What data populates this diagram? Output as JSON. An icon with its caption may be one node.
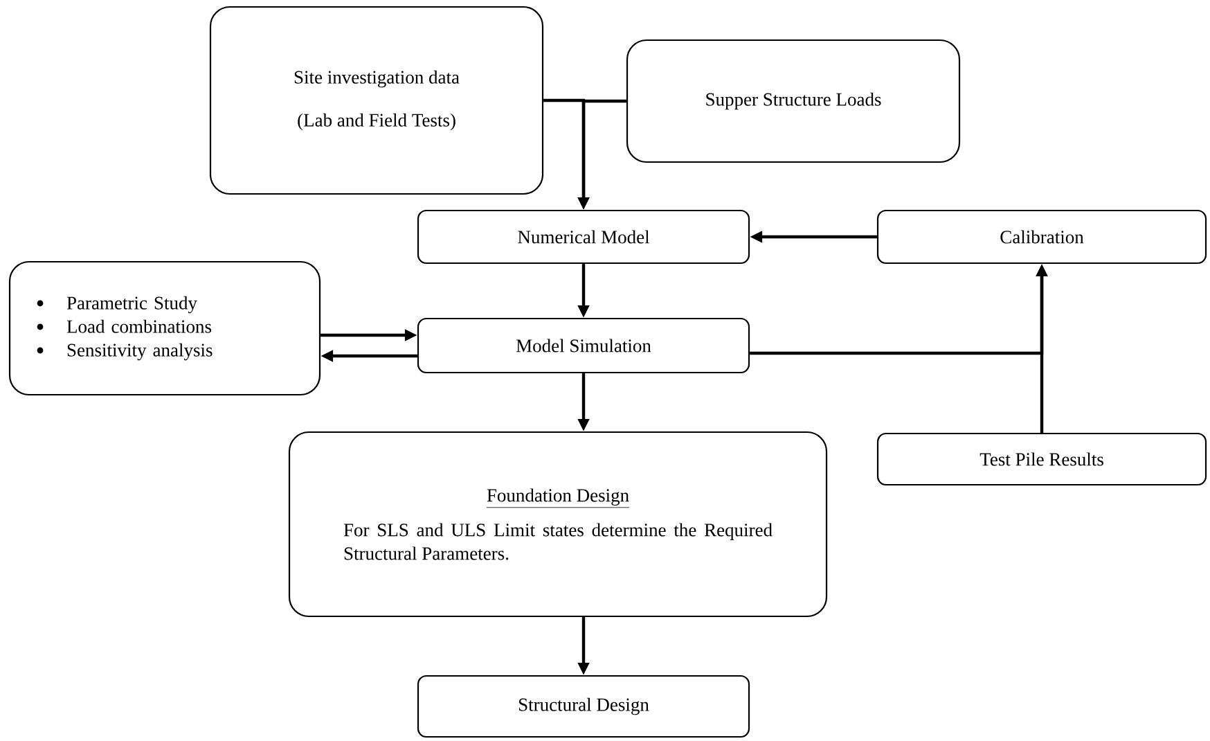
{
  "diagram": {
    "nodes": [
      {
        "text": [
          "Site investigation data",
          "(Lab and Field Tests)"
        ]
      },
      {
        "text": [
          "Supper Structure Loads"
        ]
      },
      {
        "text": [
          "Numerical Model"
        ]
      },
      {
        "text": [
          "Calibration"
        ]
      },
      {
        "text": [
          "Parametric Study",
          "Load combinations",
          "Sensitivity analysis"
        ]
      },
      {
        "text": [
          "Model Simulation"
        ]
      },
      {
        "text": [
          "Foundation Design",
          "For SLS and ULS Limit states determine the Required Structural Parameters."
        ]
      },
      {
        "text": [
          "Test Pile Results"
        ]
      },
      {
        "text": [
          "Structural Design"
        ]
      }
    ],
    "edges": [
      {
        "from": 0,
        "to": 2,
        "arrow": "to"
      },
      {
        "from": 1,
        "to": 2,
        "arrow": "to"
      },
      {
        "from": 3,
        "to": 2,
        "arrow": "to"
      },
      {
        "from": 2,
        "to": 5,
        "arrow": "to"
      },
      {
        "from": 4,
        "to": 5,
        "arrow": "to"
      },
      {
        "from": 5,
        "to": 4,
        "arrow": "to"
      },
      {
        "from": 5,
        "to": 3,
        "arrow": "to"
      },
      {
        "from": 7,
        "to": 3,
        "arrow": "to"
      },
      {
        "from": 5,
        "to": 6,
        "arrow": "to"
      },
      {
        "from": 6,
        "to": 8,
        "arrow": "to"
      }
    ]
  }
}
